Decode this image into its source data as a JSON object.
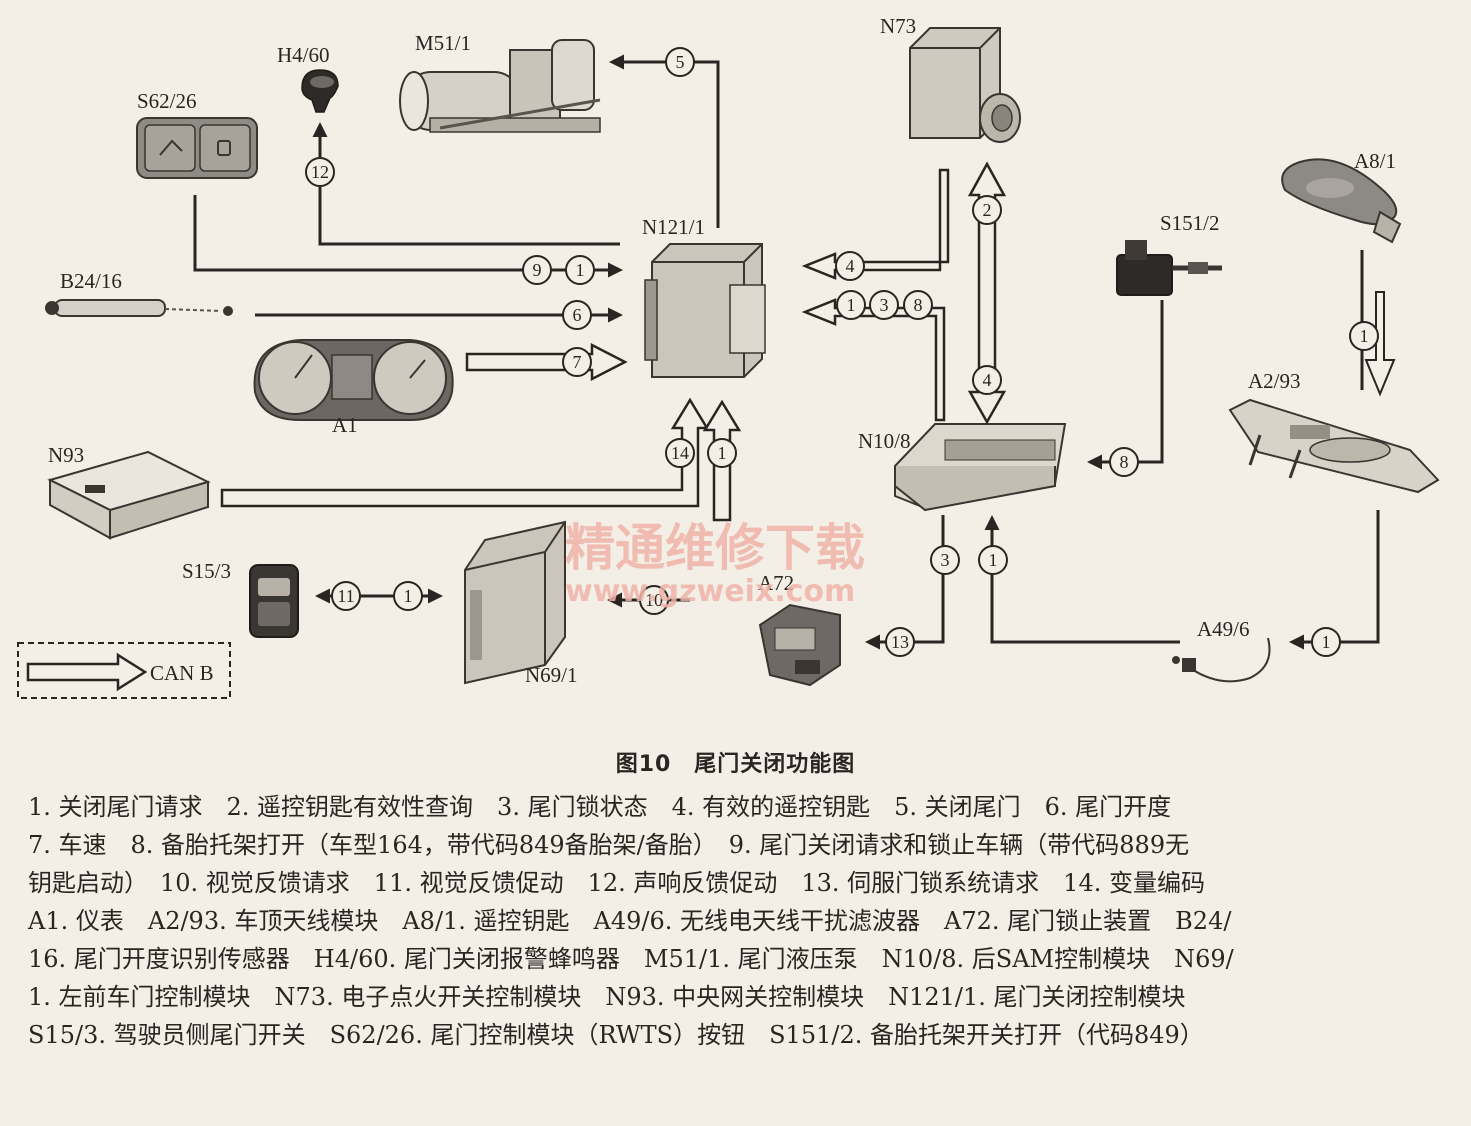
{
  "components": {
    "S62_26": "S62/26",
    "H4_60": "H4/60",
    "M51_1": "M51/1",
    "N73": "N73",
    "A8_1": "A8/1",
    "S151_2": "S151/2",
    "N121_1": "N121/1",
    "B24_16": "B24/16",
    "A1": "A1",
    "N93": "N93",
    "N10_8": "N10/8",
    "A2_93": "A2/93",
    "S15_3": "S15/3",
    "N69_1": "N69/1",
    "A72": "A72",
    "A49_6": "A49/6"
  },
  "can_legend": "CAN B",
  "watermark": {
    "line1": "精通维修下载",
    "line2": "www.gzweix.com"
  },
  "signals": {
    "s1": "1",
    "s2": "2",
    "s3": "3",
    "s4": "4",
    "s5": "5",
    "s6": "6",
    "s7": "7",
    "s8": "8",
    "s9": "9",
    "s10": "10",
    "s11": "11",
    "s12": "12",
    "s13": "13",
    "s14": "14"
  },
  "caption": "图10　尾门关闭功能图",
  "legend_lines": [
    "1. 关闭尾门请求　2. 遥控钥匙有效性查询　3. 尾门锁状态　4. 有效的遥控钥匙　5. 关闭尾门　6. 尾门开度",
    "7. 车速　8. 备胎托架打开（车型164，带代码849备胎架/备胎）　9. 尾门关闭请求和锁止车辆（带代码889无",
    "钥匙启动）　10. 视觉反馈请求　11. 视觉反馈促动　12. 声响反馈促动　13. 伺服门锁系统请求　14. 变量编码",
    "A1. 仪表　A2/93. 车顶天线模块　A8/1. 遥控钥匙　A49/6. 无线电天线干扰滤波器　A72. 尾门锁止装置　B24/",
    "16. 尾门开度识别传感器　H4/60. 尾门关闭报警蜂鸣器　M51/1. 尾门液压泵　N10/8. 后SAM控制模块　N69/",
    "1. 左前车门控制模块　N73. 电子点火开关控制模块　N93. 中央网关控制模块　N121/1. 尾门关闭控制模块",
    "S15/3. 驾驶员侧尾门开关　S62/26. 尾门控制模块（RWTS）按钮　S151/2. 备胎托架开关打开（代码849）"
  ]
}
